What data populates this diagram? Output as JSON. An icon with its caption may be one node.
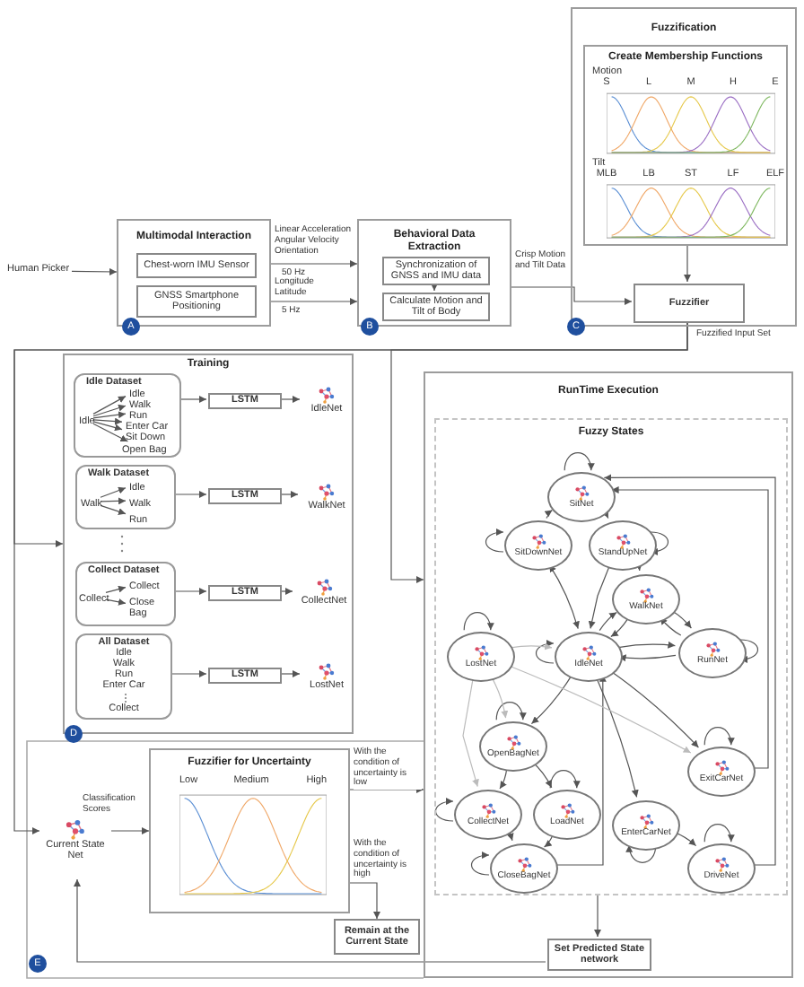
{
  "diagram": {
    "nodes": [
      {
        "text": [
          "Human Picker"
        ]
      },
      {
        "text": [
          "Multimodal Interaction"
        ]
      },
      {
        "text": [
          "Chest-worn IMU Sensor"
        ],
        "in": 1
      },
      {
        "text": [
          "GNSS Smartphone Positioning"
        ],
        "in": 1
      },
      {
        "text": [
          "Behavioral Data Extraction"
        ]
      },
      {
        "text": [
          "Synchronization of GNSS and IMU data"
        ],
        "in": 4
      },
      {
        "text": [
          "Calculate Motion and Tilt of Body"
        ],
        "in": 4
      },
      {
        "text": [
          "Fuzzification"
        ]
      },
      {
        "text": [
          "Create Membership Functions",
          "Motion",
          "S",
          "L",
          "M",
          "H",
          "E",
          "Tilt",
          "MLB",
          "LB",
          "ST",
          "LF",
          "ELF"
        ],
        "in": 7
      },
      {
        "text": [
          "Fuzzifier"
        ],
        "in": 7
      },
      {
        "text": [
          "Training"
        ]
      },
      {
        "text": [
          "Idle Dataset"
        ],
        "in": 10
      },
      {
        "text": [
          "Idle"
        ],
        "in": 11
      },
      {
        "text": [
          "Idle"
        ],
        "in": 11
      },
      {
        "text": [
          "Walk"
        ],
        "in": 11
      },
      {
        "text": [
          "Run"
        ],
        "in": 11
      },
      {
        "text": [
          "Enter Car"
        ],
        "in": 11
      },
      {
        "text": [
          "Sit Down"
        ],
        "in": 11
      },
      {
        "text": [
          "Open Bag"
        ],
        "in": 11
      },
      {
        "text": [
          "Walk Dataset"
        ],
        "in": 10
      },
      {
        "text": [
          "Walk"
        ],
        "in": 19
      },
      {
        "text": [
          "Idle"
        ],
        "in": 19
      },
      {
        "text": [
          "Walk"
        ],
        "in": 19
      },
      {
        "text": [
          "Run"
        ],
        "in": 19
      },
      {
        "text": [
          "Collect Dataset"
        ],
        "in": 10
      },
      {
        "text": [
          "Collect"
        ],
        "in": 24
      },
      {
        "text": [
          "Collect"
        ],
        "in": 24
      },
      {
        "text": [
          "Close Bag"
        ],
        "in": 24
      },
      {
        "text": [
          "All Dataset",
          "Idle",
          "Walk",
          "Run",
          "Enter Car",
          "Collect"
        ],
        "in": 10
      },
      {
        "text": [
          "LSTM"
        ],
        "in": 10
      },
      {
        "text": [
          "LSTM"
        ],
        "in": 10
      },
      {
        "text": [
          "LSTM"
        ],
        "in": 10
      },
      {
        "text": [
          "LSTM"
        ],
        "in": 10
      },
      {
        "text": [
          "IdleNet"
        ],
        "in": 10
      },
      {
        "text": [
          "WalkNet"
        ],
        "in": 10
      },
      {
        "text": [
          "CollectNet"
        ],
        "in": 10
      },
      {
        "text": [
          "LostNet"
        ],
        "in": 10
      },
      {
        "text": [
          "RunTime Execution"
        ]
      },
      {
        "text": [
          "Fuzzy States"
        ],
        "in": 37
      },
      {
        "text": [
          "SitNet"
        ],
        "in": 38
      },
      {
        "text": [
          "SitDownNet"
        ],
        "in": 38
      },
      {
        "text": [
          "StandUpNet"
        ],
        "in": 38
      },
      {
        "text": [
          "WalkNet"
        ],
        "in": 38
      },
      {
        "text": [
          "RunNet"
        ],
        "in": 38
      },
      {
        "text": [
          "IdleNet"
        ],
        "in": 38
      },
      {
        "text": [
          "LostNet"
        ],
        "in": 38
      },
      {
        "text": [
          "OpenBagNet"
        ],
        "in": 38
      },
      {
        "text": [
          "CollectNet"
        ],
        "in": 38
      },
      {
        "text": [
          "LoadNet"
        ],
        "in": 38
      },
      {
        "text": [
          "EnterCarNet"
        ],
        "in": 38
      },
      {
        "text": [
          "ExitCarNet"
        ],
        "in": 38
      },
      {
        "text": [
          "DriveNet"
        ],
        "in": 38
      },
      {
        "text": [
          "CloseBagNet"
        ],
        "in": 38
      },
      {
        "text": [
          "Current State Net"
        ]
      },
      {
        "text": [
          "Fuzzifier for Uncertainty",
          "Low",
          "Medium",
          "High"
        ]
      },
      {
        "text": [
          "Remain at the Current State"
        ]
      },
      {
        "text": [
          "Set Predicted State network"
        ],
        "in": 37
      }
    ],
    "edges": [
      {
        "from": 0,
        "to": 1,
        "arrow": "to"
      },
      {
        "from": 1,
        "to": 4,
        "arrow": "to",
        "label": "Linear Acceleration Angular Velocity Orientation"
      },
      {
        "from": 1,
        "to": 4,
        "arrow": "to",
        "label": "Longitude Latitude"
      },
      {
        "from": 5,
        "to": 6,
        "arrow": "to"
      },
      {
        "from": 4,
        "to": 9,
        "arrow": "to",
        "label": "Crisp Motion and Tilt Data"
      },
      {
        "from": 8,
        "to": 9,
        "arrow": "to"
      },
      {
        "from": 9,
        "to": 10,
        "arrow": "to",
        "label": "Fuzzified Input Set"
      },
      {
        "from": 9,
        "to": 37,
        "arrow": "to"
      },
      {
        "from": 9,
        "to": 53,
        "arrow": "to"
      },
      {
        "from": 12,
        "to": 13,
        "arrow": "to"
      },
      {
        "from": 12,
        "to": 14,
        "arrow": "to"
      },
      {
        "from": 12,
        "to": 15,
        "arrow": "to"
      },
      {
        "from": 12,
        "to": 16,
        "arrow": "to"
      },
      {
        "from": 12,
        "to": 17,
        "arrow": "to"
      },
      {
        "from": 12,
        "to": 18,
        "arrow": "to"
      },
      {
        "from": 20,
        "to": 21,
        "arrow": "to"
      },
      {
        "from": 20,
        "to": 22,
        "arrow": "to"
      },
      {
        "from": 20,
        "to": 23,
        "arrow": "to"
      },
      {
        "from": 25,
        "to": 26,
        "arrow": "to"
      },
      {
        "from": 25,
        "to": 27,
        "arrow": "to"
      },
      {
        "from": 11,
        "to": 29,
        "arrow": "to"
      },
      {
        "from": 19,
        "to": 30,
        "arrow": "to"
      },
      {
        "from": 24,
        "to": 31,
        "arrow": "to"
      },
      {
        "from": 28,
        "to": 32,
        "arrow": "to"
      },
      {
        "from": 29,
        "to": 33,
        "arrow": "to"
      },
      {
        "from": 30,
        "to": 34,
        "arrow": "to"
      },
      {
        "from": 31,
        "to": 35,
        "arrow": "to"
      },
      {
        "from": 32,
        "to": 36,
        "arrow": "to"
      },
      {
        "from": 53,
        "to": 54,
        "arrow": "to",
        "label": "Classification Scores"
      },
      {
        "from": 54,
        "to": 37,
        "arrow": "to",
        "label": "With the condition of uncertainty is low"
      },
      {
        "from": 54,
        "to": 55,
        "arrow": "to",
        "label": "With the condition of uncertainty is high"
      },
      {
        "from": 38,
        "to": 56,
        "arrow": "to"
      },
      {
        "from": 56,
        "to": 53,
        "arrow": "to"
      },
      {
        "from": 39,
        "to": 39,
        "arrow": "to"
      },
      {
        "from": 40,
        "to": 40,
        "arrow": "to"
      },
      {
        "from": 41,
        "to": 41,
        "arrow": "to"
      },
      {
        "from": 43,
        "to": 43,
        "arrow": "to"
      },
      {
        "from": 44,
        "to": 44,
        "arrow": "to"
      },
      {
        "from": 45,
        "to": 45,
        "arrow": "to"
      },
      {
        "from": 46,
        "to": 46,
        "arrow": "to"
      },
      {
        "from": 47,
        "to": 47,
        "arrow": "to"
      },
      {
        "from": 48,
        "to": 48,
        "arrow": "to"
      },
      {
        "from": 49,
        "to": 49,
        "arrow": "to"
      },
      {
        "from": 50,
        "to": 50,
        "arrow": "to"
      },
      {
        "from": 51,
        "to": 51,
        "arrow": "to"
      },
      {
        "from": 52,
        "to": 52,
        "arrow": "to"
      },
      {
        "from": 40,
        "to": 39,
        "arrow": "to"
      },
      {
        "from": 39,
        "to": 41,
        "arrow": "to"
      },
      {
        "from": 41,
        "to": 42,
        "arrow": "to"
      },
      {
        "from": 41,
        "to": 44,
        "arrow": "to"
      },
      {
        "from": 40,
        "to": 44,
        "arrow": "both"
      },
      {
        "from": 44,
        "to": 42,
        "arrow": "to"
      },
      {
        "from": 42,
        "to": 44,
        "arrow": "to"
      },
      {
        "from": 42,
        "to": 43,
        "arrow": "to"
      },
      {
        "from": 43,
        "to": 42,
        "arrow": "to"
      },
      {
        "from": 44,
        "to": 43,
        "arrow": "to"
      },
      {
        "from": 43,
        "to": 44,
        "arrow": "to"
      },
      {
        "from": 44,
        "to": 50,
        "arrow": "to"
      },
      {
        "from": 50,
        "to": 39,
        "arrow": "to"
      },
      {
        "from": 51,
        "to": 39,
        "arrow": "to"
      },
      {
        "from": 44,
        "to": 49,
        "arrow": "to"
      },
      {
        "from": 49,
        "to": 51,
        "arrow": "to"
      },
      {
        "from": 44,
        "to": 46,
        "arrow": "to"
      },
      {
        "from": 46,
        "to": 47,
        "arrow": "to"
      },
      {
        "from": 46,
        "to": 48,
        "arrow": "to"
      },
      {
        "from": 47,
        "to": 52,
        "arrow": "to"
      },
      {
        "from": 48,
        "to": 52,
        "arrow": "to"
      },
      {
        "from": 52,
        "to": 44,
        "arrow": "to"
      },
      {
        "from": 45,
        "to": 44,
        "arrow": "to",
        "color": "#bbbbbb"
      },
      {
        "from": 45,
        "to": 46,
        "arrow": "to",
        "color": "#bbbbbb"
      },
      {
        "from": 45,
        "to": 47,
        "arrow": "to",
        "color": "#bbbbbb"
      },
      {
        "from": 45,
        "to": 50,
        "arrow": "to",
        "color": "#bbbbbb"
      }
    ],
    "labels": [
      "50 Hz",
      "5 Hz",
      "A",
      "B",
      "C",
      "D",
      "E"
    ]
  }
}
